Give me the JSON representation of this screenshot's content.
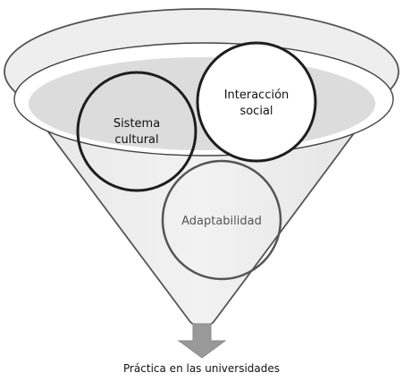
{
  "diagram": {
    "circles": [
      {
        "label_lines": [
          "Sistema",
          "cultural"
        ]
      },
      {
        "label_lines": [
          "Interacción",
          "social"
        ]
      },
      {
        "label_lines": [
          "Adaptabilidad"
        ]
      }
    ],
    "output_label": "Práctica en las universidades"
  },
  "colors": {
    "funnel_fill": "#ececec",
    "funnel_stroke": "#555555",
    "rim_fill": "#ffffff",
    "basin_fill": "#dcdcdc",
    "circle_stroke": "#1e1e1e",
    "arrow_fill": "#999999"
  }
}
